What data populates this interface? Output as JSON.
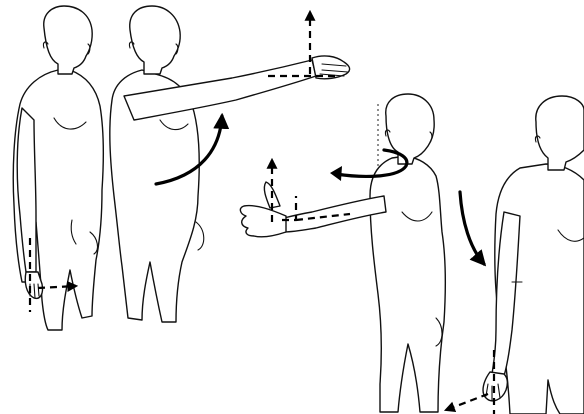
{
  "figure": {
    "stages": [
      {
        "id": "stage-1",
        "pose": "arm-at-side"
      },
      {
        "id": "stage-2",
        "pose": "arm-raised-forward"
      },
      {
        "id": "stage-3",
        "pose": "arm-abducted-sideways"
      },
      {
        "id": "stage-4",
        "pose": "arm-lowered"
      }
    ],
    "motions": [
      {
        "id": "motion-1",
        "kind": "dashed-forward"
      },
      {
        "id": "motion-2",
        "kind": "solid-curved-up"
      },
      {
        "id": "motion-3",
        "kind": "dashed-up"
      },
      {
        "id": "motion-4",
        "kind": "solid-curved-sideways"
      },
      {
        "id": "motion-5",
        "kind": "dashed-up"
      },
      {
        "id": "motion-6",
        "kind": "solid-curved-down"
      },
      {
        "id": "motion-7",
        "kind": "dashed-down"
      }
    ],
    "colors": {
      "line": "#111111",
      "arrow": "#000000",
      "background": "#ffffff"
    }
  }
}
